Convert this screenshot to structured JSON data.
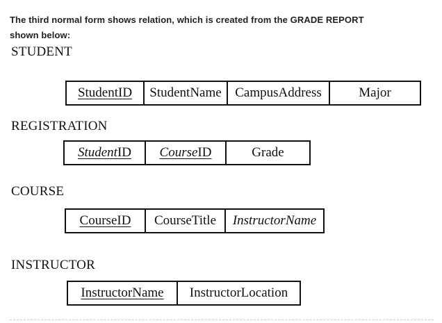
{
  "intro": {
    "line1": "The third normal form shows relation, which is created from the GRADE REPORT",
    "line2": "shown below:"
  },
  "student": {
    "title": "STUDENT",
    "columns": [
      "StudentID",
      "StudentName",
      "CampusAddress",
      "Major"
    ]
  },
  "registration": {
    "title": "REGISTRATION",
    "col1_italic": "Student",
    "col1_rest": "ID",
    "col2_italic": "Course",
    "col2_rest": "ID",
    "col3": "Grade"
  },
  "course": {
    "title": "COURSE",
    "columns": [
      "CourseID",
      "CourseTitle",
      "InstructorName"
    ]
  },
  "instructor": {
    "title": "INSTRUCTOR",
    "columns": [
      "InstructorName",
      "InstructorLocation"
    ]
  }
}
